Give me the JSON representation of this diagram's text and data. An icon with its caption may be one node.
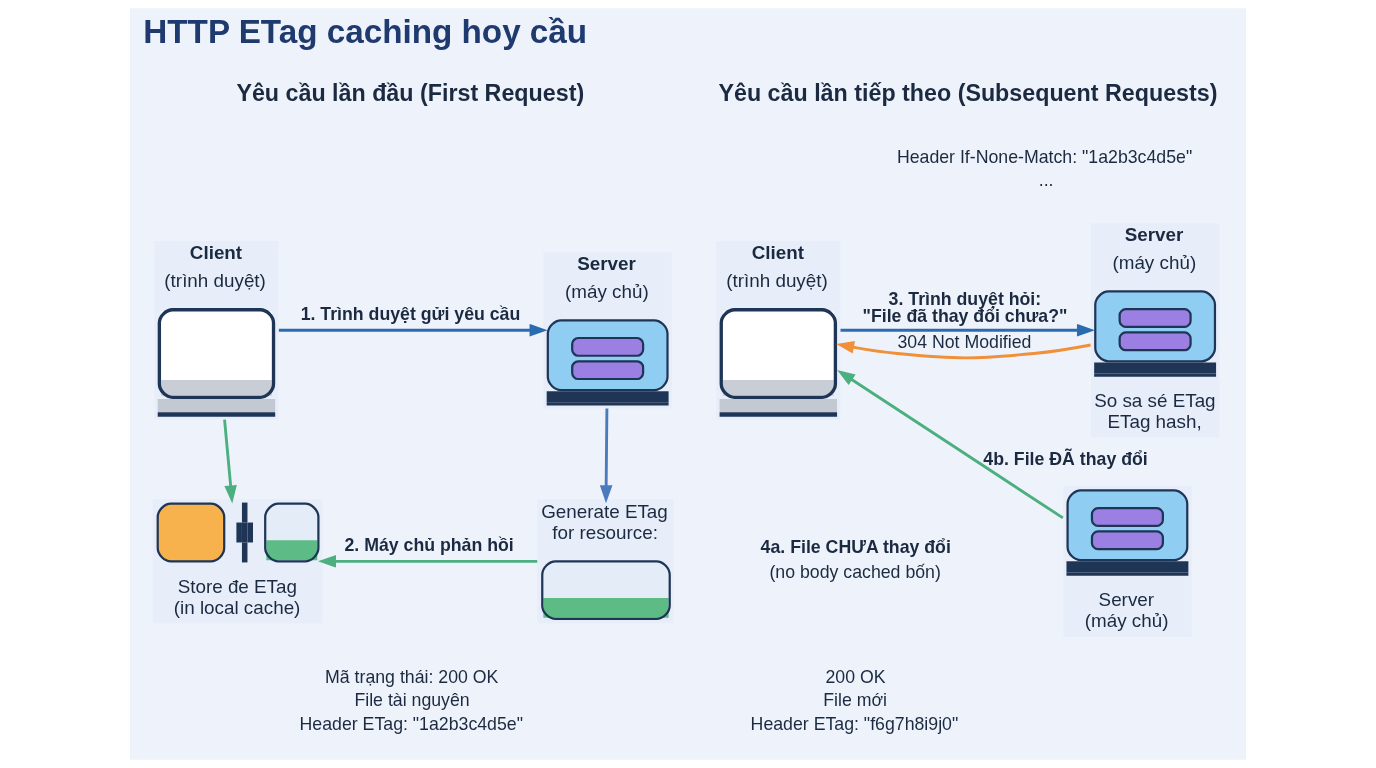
{
  "diagram": {
    "title": "HTTP ETag caching hoy cầu",
    "nodes": [
      {
        "text": [
          "Client",
          "(trình duyệt)"
        ]
      },
      {
        "text": [
          "Server",
          "(máy chủ)"
        ]
      },
      {
        "text": [
          "Generate ETag for resource:"
        ]
      },
      {
        "text": [
          "Store đe ETag (in local cache)"
        ]
      },
      {
        "text": [
          "Client",
          "(trình duyệt)"
        ]
      },
      {
        "text": [
          "Server",
          "(máy chủ)",
          "So sa sé ETag ETag hash,"
        ]
      },
      {
        "text": [
          "Server (máy chủ)"
        ]
      }
    ],
    "edges": [
      {
        "from": 0,
        "to": 1,
        "arrow": "to",
        "label": "1. Trình duyệt gửi yêu cầu",
        "color": "#2b6cb0"
      },
      {
        "from": 0,
        "to": 3,
        "arrow": "to"
      },
      {
        "from": 1,
        "to": 2,
        "arrow": "to",
        "color": "#4a7bbf"
      },
      {
        "from": 2,
        "to": 3,
        "arrow": "to",
        "label": "2. Máy chủ phản hồi"
      },
      {
        "from": 4,
        "to": 5,
        "arrow": "to",
        "label": "3. Trình duyệt hỏi: \"File đã thay đổi chưa?\"",
        "color": "#2b6cb0"
      },
      {
        "from": 5,
        "to": 4,
        "arrow": "to",
        "label": "304 Not Modified",
        "color": "#f0913a"
      },
      {
        "from": 6,
        "to": 4,
        "arrow": "to",
        "label": "4b. File ĐÃ thay đổi"
      }
    ],
    "labels": [
      "Yêu cầu lần đầu (First Request)",
      "Yêu cầu lần tiếp theo (Subsequent Requests)",
      "Mã trạng thái: 200 OK",
      "File tài nguyên",
      "Header ETag: \"1a2b3c4d5e\"",
      "Header If-None-Match: \"1a2b3c4d5e\"",
      "...",
      "4a. File CHƯA thay đổi",
      "(no body cached bốn)",
      "200 OK",
      "File mới",
      "Header ETag: \"f6g7h8i9j0\""
    ]
  }
}
